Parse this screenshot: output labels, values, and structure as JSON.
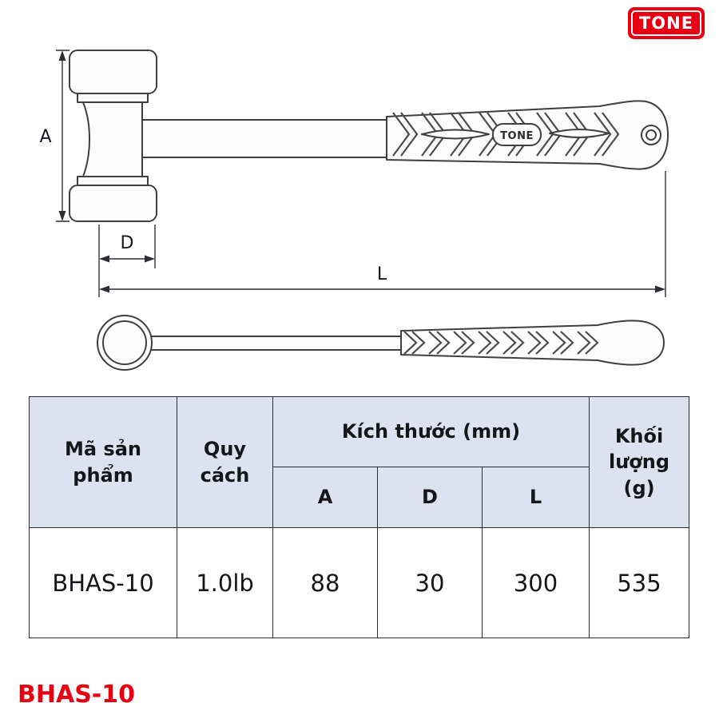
{
  "colors": {
    "accent": "#e60012",
    "line": "#3f3f3f",
    "table_header_bg": "#dde2f1",
    "table_border": "#2a2c35"
  },
  "logo": {
    "text": "TONE"
  },
  "diagram": {
    "dim_a_label": "A",
    "dim_d_label": "D",
    "dim_l_label": "L",
    "handle_brand": "TONE"
  },
  "table": {
    "headers": {
      "product_code": "Mã sản phẩm",
      "spec": "Quy cách",
      "dimensions_group": "Kích thước (mm)",
      "dim_a": "A",
      "dim_d": "D",
      "dim_l": "L",
      "weight": "Khối lượng (g)"
    },
    "rows": [
      {
        "product_code": "BHAS-10",
        "spec": "1.0lb",
        "a": "88",
        "d": "30",
        "l": "300",
        "weight": "535"
      }
    ]
  },
  "footer": {
    "product_code": "BHAS-10"
  }
}
